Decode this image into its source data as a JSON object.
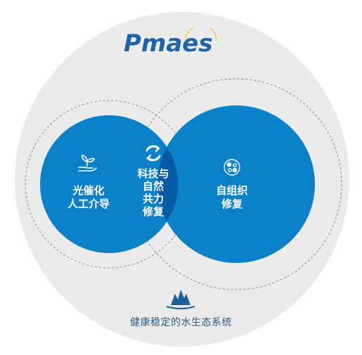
{
  "logo": {
    "text": "Pmaes",
    "color": "#1d64aa",
    "accent": "#f2b705"
  },
  "colors": {
    "background_disc": "#ebebeb",
    "circle_blue": "#0a80c8",
    "overlap_blue": "#075aa4",
    "caption": "#2c5d86",
    "dashed": "#8a8a8a"
  },
  "left_circle": {
    "icon": "plant-in-hand-icon",
    "lines": [
      "光催化",
      "人工介导"
    ]
  },
  "right_circle": {
    "icon": "molecule-cluster-icon",
    "lines": [
      "自组织",
      "修复"
    ]
  },
  "center": {
    "icon": "refresh-cycle-icon",
    "lines": [
      "科技与",
      "自然",
      "共力",
      "修复"
    ]
  },
  "bottom": {
    "icon": "mountain-water-icon",
    "caption": "健康稳定的水生态系统"
  }
}
